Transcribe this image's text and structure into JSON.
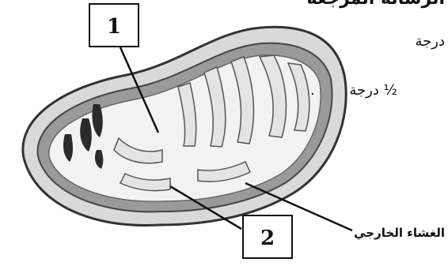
{
  "labels": {
    "box_1": "1",
    "box_2": "2",
    "outer_membrane": "الغشاء الخارجي"
  },
  "side_text": {
    "top_fragment": "الرسالة المرجعة",
    "line_degree": "درجة",
    "line_half_degree": "½ درجة",
    "bullet": "."
  },
  "colors": {
    "membrane": "#8a8a8a",
    "outer_shell": "#d9d9d9",
    "matrix": "#f2f2f2",
    "cristae_dark": "#2a2a2a",
    "line": "#111111"
  }
}
